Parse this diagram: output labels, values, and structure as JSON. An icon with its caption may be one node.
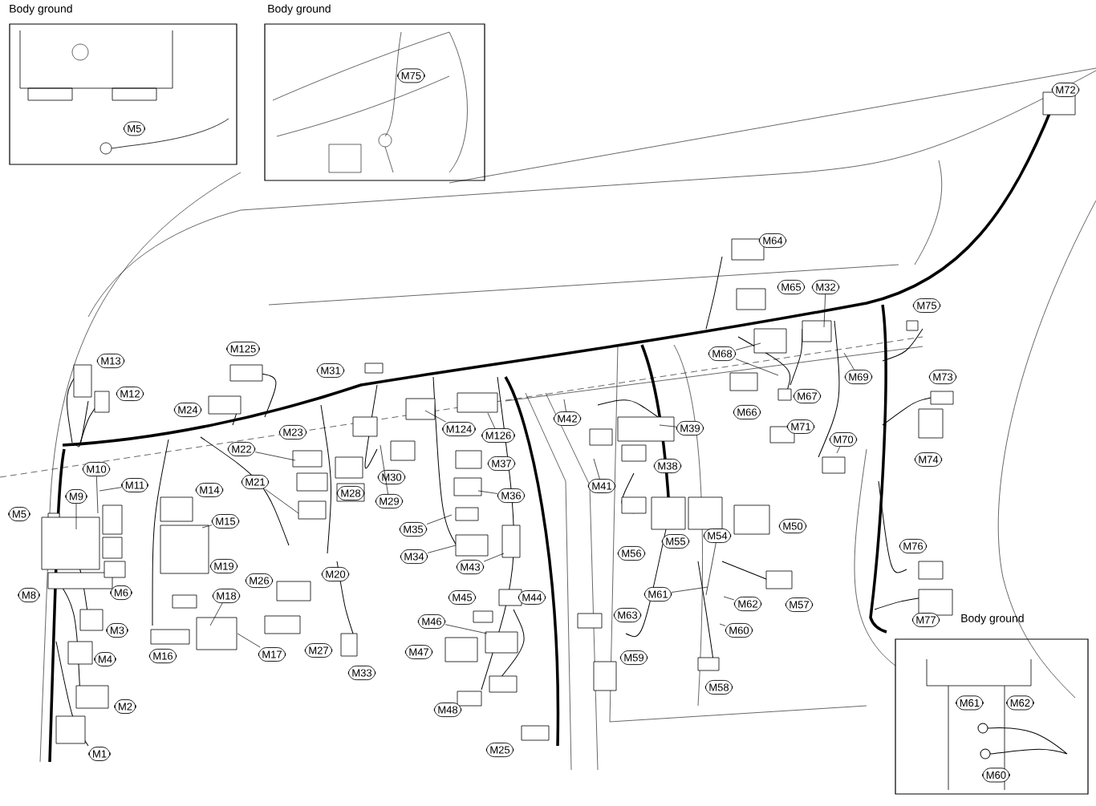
{
  "diagram": {
    "nodes": [
      {
        "text": [
          "Body ground"
        ]
      },
      {
        "text": [
          "M5"
        ],
        "in": 0
      },
      {
        "text": [
          "Body ground"
        ]
      },
      {
        "text": [
          "M75"
        ],
        "in": 2
      },
      {
        "text": [
          "M72"
        ]
      },
      {
        "text": [
          "M64"
        ]
      },
      {
        "text": [
          "M65"
        ]
      },
      {
        "text": [
          "M32"
        ]
      },
      {
        "text": [
          "M75"
        ]
      },
      {
        "text": [
          "M68"
        ]
      },
      {
        "text": [
          "M13"
        ]
      },
      {
        "text": [
          "M31"
        ]
      },
      {
        "text": [
          "M125"
        ]
      },
      {
        "text": [
          "M73"
        ]
      },
      {
        "text": [
          "M69"
        ]
      },
      {
        "text": [
          "M12"
        ]
      },
      {
        "text": [
          "M67"
        ]
      },
      {
        "text": [
          "M66"
        ]
      },
      {
        "text": [
          "M24"
        ]
      },
      {
        "text": [
          "M124"
        ]
      },
      {
        "text": [
          "M42"
        ]
      },
      {
        "text": [
          "M126"
        ]
      },
      {
        "text": [
          "M39"
        ]
      },
      {
        "text": [
          "M23"
        ]
      },
      {
        "text": [
          "M71"
        ]
      },
      {
        "text": [
          "M70"
        ]
      },
      {
        "text": [
          "M22"
        ]
      },
      {
        "text": [
          "M74"
        ]
      },
      {
        "text": [
          "M37"
        ]
      },
      {
        "text": [
          "M10"
        ]
      },
      {
        "text": [
          "M38"
        ]
      },
      {
        "text": [
          "M30"
        ]
      },
      {
        "text": [
          "M41"
        ]
      },
      {
        "text": [
          "M11"
        ]
      },
      {
        "text": [
          "M21"
        ]
      },
      {
        "text": [
          "M14"
        ]
      },
      {
        "text": [
          "M28"
        ]
      },
      {
        "text": [
          "M36"
        ]
      },
      {
        "text": [
          "M29"
        ]
      },
      {
        "text": [
          "M9"
        ]
      },
      {
        "text": [
          "M5"
        ]
      },
      {
        "text": [
          "M15"
        ]
      },
      {
        "text": [
          "M35"
        ]
      },
      {
        "text": [
          "M50"
        ]
      },
      {
        "text": [
          "M54"
        ]
      },
      {
        "text": [
          "M55"
        ]
      },
      {
        "text": [
          "M56"
        ]
      },
      {
        "text": [
          "M76"
        ]
      },
      {
        "text": [
          "M34"
        ]
      },
      {
        "text": [
          "M19"
        ]
      },
      {
        "text": [
          "M43"
        ]
      },
      {
        "text": [
          "M20"
        ]
      },
      {
        "text": [
          "M26"
        ]
      },
      {
        "text": [
          "M8"
        ]
      },
      {
        "text": [
          "M6"
        ]
      },
      {
        "text": [
          "M18"
        ]
      },
      {
        "text": [
          "M61"
        ]
      },
      {
        "text": [
          "M44"
        ]
      },
      {
        "text": [
          "M45"
        ]
      },
      {
        "text": [
          "M62"
        ]
      },
      {
        "text": [
          "M57"
        ]
      },
      {
        "text": [
          "M63"
        ]
      },
      {
        "text": [
          "M46"
        ]
      },
      {
        "text": [
          "M3"
        ]
      },
      {
        "text": [
          "M60"
        ]
      },
      {
        "text": [
          "M27"
        ]
      },
      {
        "text": [
          "M17"
        ]
      },
      {
        "text": [
          "M47"
        ]
      },
      {
        "text": [
          "M16"
        ]
      },
      {
        "text": [
          "M4"
        ]
      },
      {
        "text": [
          "M77"
        ]
      },
      {
        "text": [
          "M33"
        ]
      },
      {
        "text": [
          "M59"
        ]
      },
      {
        "text": [
          "M58"
        ]
      },
      {
        "text": [
          "M2"
        ]
      },
      {
        "text": [
          "M48"
        ]
      },
      {
        "text": [
          "M25"
        ]
      },
      {
        "text": [
          "M1"
        ]
      },
      {
        "text": [
          "Body ground"
        ]
      },
      {
        "text": [
          "M61"
        ],
        "in": 78
      },
      {
        "text": [
          "M62"
        ],
        "in": 78
      },
      {
        "text": [
          "M60"
        ],
        "in": 78
      }
    ],
    "edges": [
      {
        "from": 29,
        "to": null,
        "arrow": "none"
      },
      {
        "from": 39,
        "to": null,
        "arrow": "none"
      },
      {
        "from": 33,
        "to": null,
        "arrow": "none"
      },
      {
        "from": 26,
        "to": null,
        "arrow": "none"
      },
      {
        "from": 34,
        "to": null,
        "arrow": "none"
      },
      {
        "from": 41,
        "to": null,
        "arrow": "none"
      },
      {
        "from": 55,
        "to": null,
        "arrow": "none"
      },
      {
        "from": 66,
        "to": null,
        "arrow": "none"
      },
      {
        "from": 38,
        "to": null,
        "arrow": "none"
      },
      {
        "from": 19,
        "to": null,
        "arrow": "none"
      },
      {
        "from": 21,
        "to": null,
        "arrow": "none"
      },
      {
        "from": 37,
        "to": null,
        "arrow": "none"
      },
      {
        "from": 42,
        "to": null,
        "arrow": "none"
      },
      {
        "from": 48,
        "to": null,
        "arrow": "none"
      },
      {
        "from": 50,
        "to": null,
        "arrow": "none"
      },
      {
        "from": 62,
        "to": null,
        "arrow": "none"
      },
      {
        "from": 20,
        "to": null,
        "arrow": "none"
      },
      {
        "from": 32,
        "to": null,
        "arrow": "none"
      },
      {
        "from": 22,
        "to": null,
        "arrow": "none"
      },
      {
        "from": 56,
        "to": null,
        "arrow": "none"
      },
      {
        "from": 59,
        "to": null,
        "arrow": "none"
      },
      {
        "from": 64,
        "to": null,
        "arrow": "none"
      },
      {
        "from": 44,
        "to": null,
        "arrow": "none"
      },
      {
        "from": 7,
        "to": null,
        "arrow": "none"
      },
      {
        "from": 9,
        "to": null,
        "arrow": "none"
      },
      {
        "from": 9,
        "to": null,
        "arrow": "none"
      },
      {
        "from": 25,
        "to": null,
        "arrow": "none"
      },
      {
        "from": 14,
        "to": null,
        "arrow": "none"
      }
    ]
  }
}
